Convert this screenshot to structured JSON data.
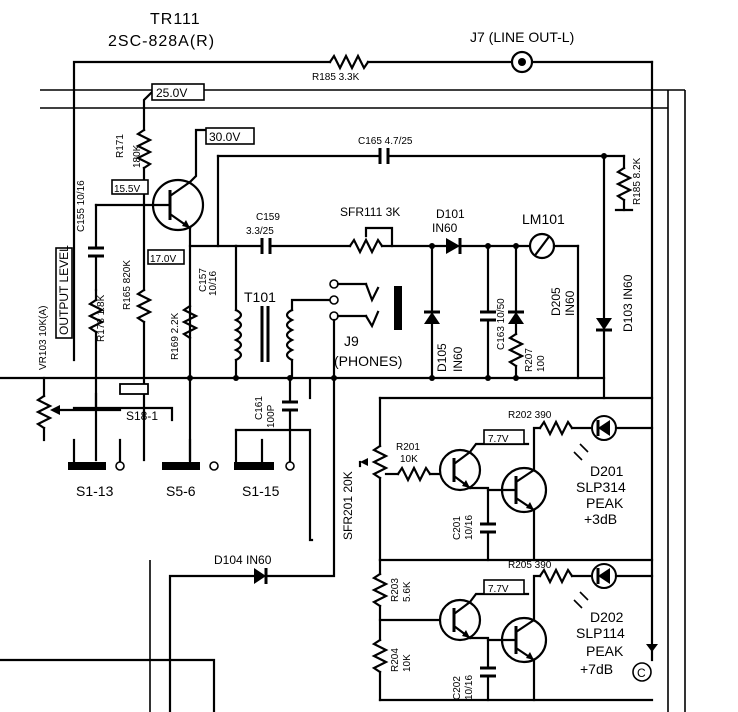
{
  "labels": {
    "tr111_name": "TR111",
    "tr111_type": "2SC-828A(R)",
    "j7": "J7 (LINE OUT-L)",
    "r185_top": "R185 3.3K",
    "v25": "25.0V",
    "v30": "30.0V",
    "v155": "15.5V",
    "v170": "17.0V",
    "c165": "C165 4.7/25",
    "r171": "R171",
    "r171_val": "180K",
    "r185_right": "R185 8.2K",
    "c155": "C155 10/16",
    "sfr111": "SFR111 3K",
    "d101": "D101",
    "d101_val": "IN60",
    "lm101": "LM101",
    "c159": "C159",
    "c159_val": "3.3/25",
    "vr103": "VR103 10K(A)",
    "output_level": "OUTPUT LEVEL",
    "r165": "R165 820K",
    "r173": "R173 1.8K",
    "c157": "C157",
    "c157_val": "10/16",
    "t101": "T101",
    "r169": "R169 2.2K",
    "j9": "J9",
    "phones": "(PHONES)",
    "d105": "D105",
    "d105_val": "IN60",
    "c163": "C163 10/50",
    "d205": "D205",
    "d205_val": "IN60",
    "r207": "R207",
    "r207_val": "100",
    "d103": "D103 IN60",
    "s18": "S18-1",
    "c161": "C161",
    "c161_val": "100P",
    "s1_13": "S1-13",
    "s5_6": "S5-6",
    "s1_15": "S1-15",
    "r202": "R202 390",
    "v77a": "7.7V",
    "sfr201": "SFR201 20K",
    "r201": "R201",
    "r201_val": "10K",
    "d201": "D201",
    "slp314": "SLP314",
    "peak1": "PEAK",
    "db3": "+3dB",
    "c201": "C201",
    "c201_val": "10/16",
    "d104": "D104 IN60",
    "r205": "R205 390",
    "v77b": "7.7V",
    "r203": "R203",
    "r203_val": "5.6K",
    "d202": "D202",
    "slp114": "SLP114",
    "peak2": "PEAK",
    "db7": "+7dB",
    "r204": "R204",
    "r204_val": "10K",
    "c202": "C202",
    "c202_val": "10/16",
    "circle_c": "C"
  }
}
